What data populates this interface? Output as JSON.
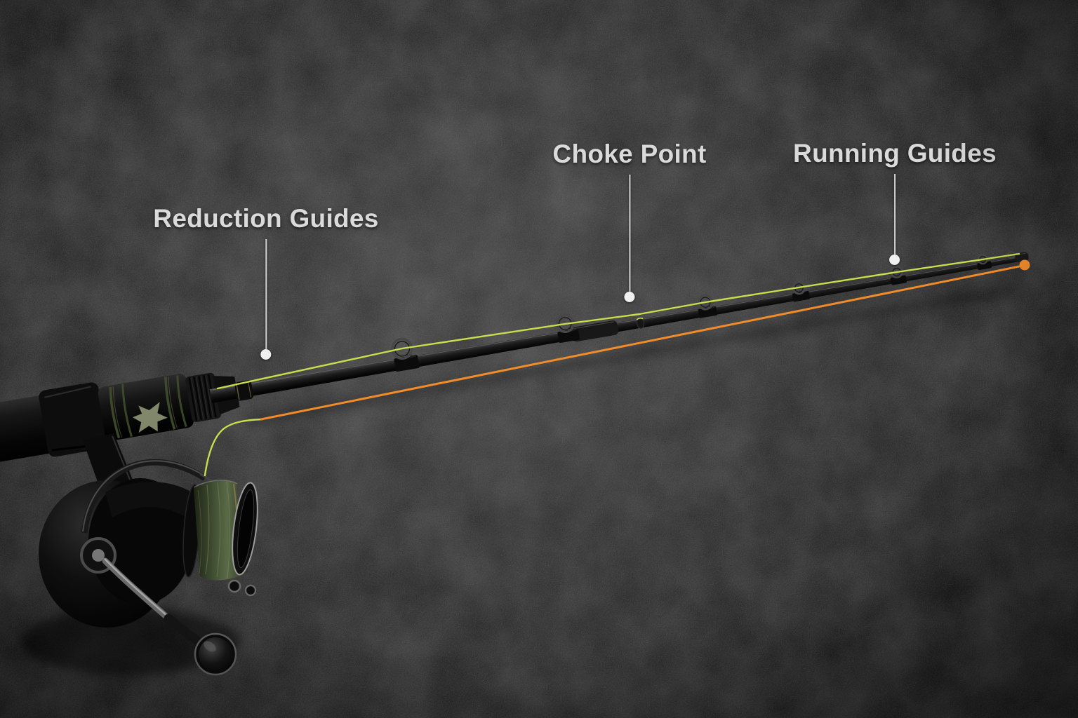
{
  "annotations": [
    {
      "id": "reduction-guides",
      "text": "Reduction Guides"
    },
    {
      "id": "choke-point",
      "text": "Choke Point"
    },
    {
      "id": "running-guides",
      "text": "Running Guides"
    }
  ],
  "illustration": {
    "subject": "Black spinning rod and reel on dark textured background; yellow-green fishing line runs from the reel through the rod guides, with a straight orange line-path overlay from the reel to an endpoint dot at the rod tip",
    "rod_guides_visible": 7,
    "colors": {
      "fishing-line": "#c9de4d",
      "line-path": "#f18c2b",
      "leader-line": "#d4d4d4",
      "leader-dot": "#f0f0f0",
      "label-text": "#dadada",
      "spool-line": "#4a593a",
      "background-center": "#2e2e2e",
      "background-edge": "#050505"
    }
  }
}
